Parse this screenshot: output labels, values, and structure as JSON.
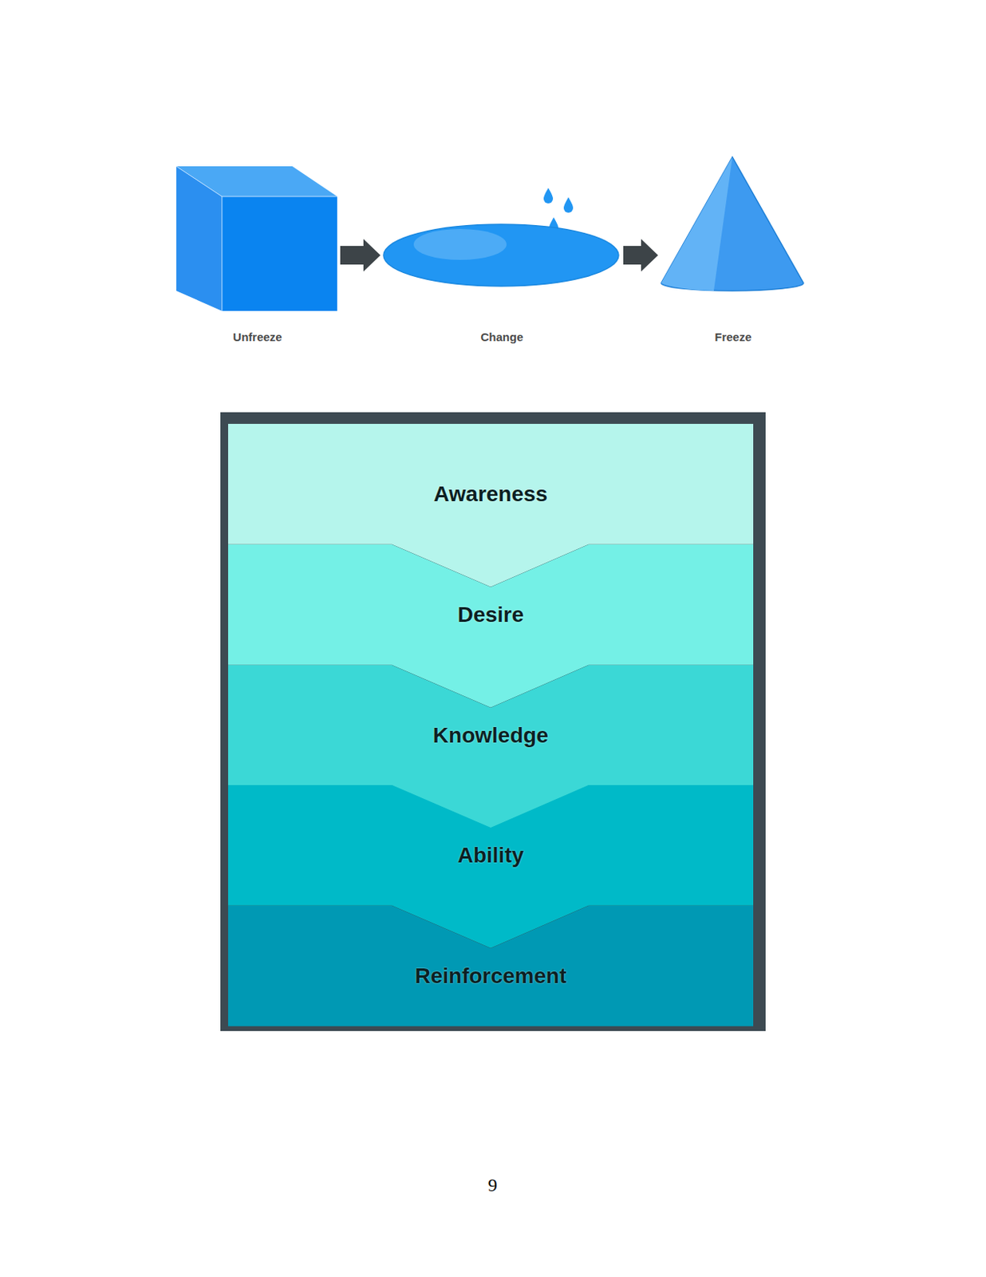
{
  "diagram": {
    "nodes": [
      {
        "text": [
          "Unfreeze"
        ]
      },
      {
        "text": [
          "Change"
        ]
      },
      {
        "text": [
          "Freeze"
        ]
      },
      {
        "text": [
          "Awareness"
        ]
      },
      {
        "text": [
          "Desire"
        ]
      },
      {
        "text": [
          "Knowledge"
        ]
      },
      {
        "text": [
          "Ability"
        ]
      },
      {
        "text": [
          "Reinforcement"
        ]
      }
    ],
    "edges": [
      {
        "from": 0,
        "to": 1,
        "arrow": "to"
      },
      {
        "from": 1,
        "to": 2,
        "arrow": "to"
      }
    ],
    "labels": [
      "9"
    ]
  }
}
